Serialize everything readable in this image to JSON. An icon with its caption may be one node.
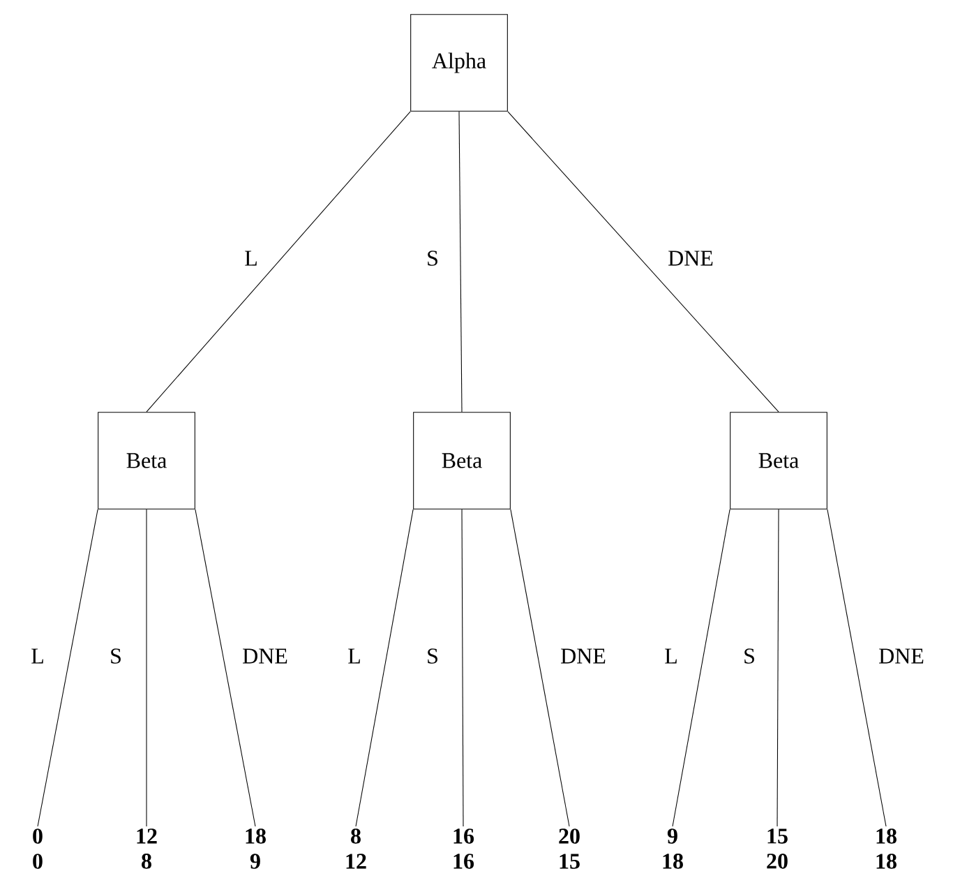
{
  "diagram": {
    "nodes": [
      {
        "text": [
          "Alpha"
        ]
      },
      {
        "text": [
          "Beta"
        ]
      },
      {
        "text": [
          "Beta"
        ]
      },
      {
        "text": [
          "Beta"
        ]
      },
      {
        "text": [
          "0",
          "0"
        ]
      },
      {
        "text": [
          "12",
          "8"
        ]
      },
      {
        "text": [
          "18",
          "9"
        ]
      },
      {
        "text": [
          "8",
          "12"
        ]
      },
      {
        "text": [
          "16",
          "16"
        ]
      },
      {
        "text": [
          "20",
          "15"
        ]
      },
      {
        "text": [
          "9",
          "18"
        ]
      },
      {
        "text": [
          "15",
          "20"
        ]
      },
      {
        "text": [
          "18",
          "18"
        ]
      }
    ],
    "edges": [
      {
        "from": 0,
        "to": 1,
        "arrow": "none",
        "label": "L"
      },
      {
        "from": 0,
        "to": 2,
        "arrow": "none",
        "label": "S"
      },
      {
        "from": 0,
        "to": 3,
        "arrow": "none",
        "label": "DNE"
      },
      {
        "from": 1,
        "to": 4,
        "arrow": "none",
        "label": "L"
      },
      {
        "from": 1,
        "to": 5,
        "arrow": "none",
        "label": "S"
      },
      {
        "from": 1,
        "to": 6,
        "arrow": "none",
        "label": "DNE"
      },
      {
        "from": 2,
        "to": 7,
        "arrow": "none",
        "label": "L"
      },
      {
        "from": 2,
        "to": 8,
        "arrow": "none",
        "label": "S"
      },
      {
        "from": 2,
        "to": 9,
        "arrow": "none",
        "label": "DNE"
      },
      {
        "from": 3,
        "to": 10,
        "arrow": "none",
        "label": "L"
      },
      {
        "from": 3,
        "to": 11,
        "arrow": "none",
        "label": "S"
      },
      {
        "from": 3,
        "to": 12,
        "arrow": "none",
        "label": "DNE"
      }
    ]
  }
}
